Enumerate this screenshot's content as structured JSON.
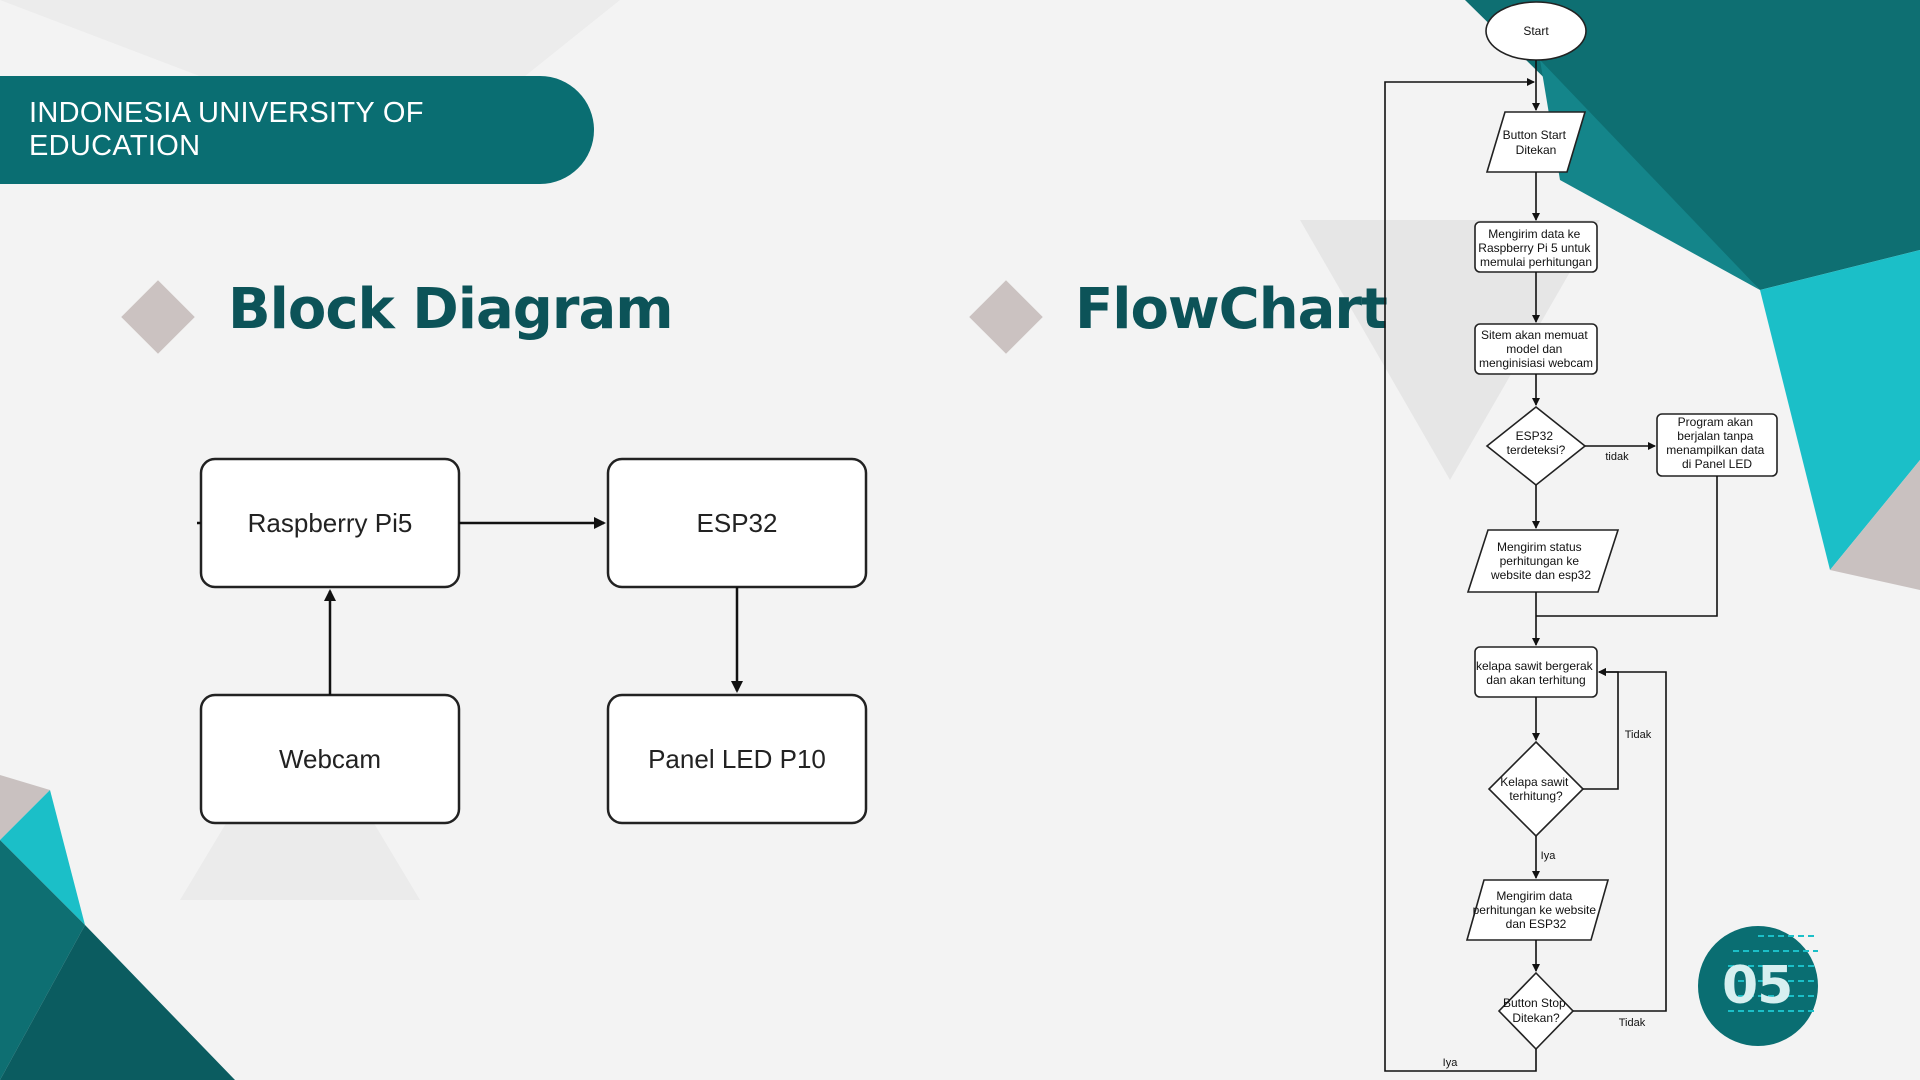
{
  "header": {
    "institution": "INDONESIA UNIVERSITY OF EDUCATION"
  },
  "sections": {
    "block_diagram_title": "Block Diagram",
    "flowchart_title": "FlowChart"
  },
  "block_diagram": {
    "raspberry": "Raspberry Pi5",
    "esp32": "ESP32",
    "webcam": "Webcam",
    "panel": "Panel LED P10"
  },
  "flowchart": {
    "start": "Start",
    "button_start": [
      "Button Start",
      "Ditekan"
    ],
    "send_rpi": [
      "Mengirim data ke",
      "Raspberry Pi 5 untuk",
      "memulai perhitungan"
    ],
    "load_model": [
      "Sitem akan memuat",
      "model dan",
      "menginisiasi webcam"
    ],
    "esp_detected": [
      "ESP32",
      "terdeteksi?"
    ],
    "program_no_led": [
      "Program akan",
      "berjalan tanpa",
      "menampilkan data",
      "di Panel LED"
    ],
    "send_status": [
      "Mengirim status",
      "perhitungan ke",
      "website dan esp32"
    ],
    "palm_move": [
      "kelapa sawit bergerak",
      "dan akan terhitung"
    ],
    "palm_counted": [
      "Kelapa sawit",
      "terhitung?"
    ],
    "send_count": [
      "Mengirim data",
      "perhitungan ke website",
      "dan ESP32"
    ],
    "button_stop": [
      "Button Stop",
      "Ditekan?"
    ],
    "label_tidak_lower": "tidak",
    "label_tidak": "Tidak",
    "label_iya": "Iya"
  },
  "page_number": "05",
  "colors": {
    "teal_dark": "#0a6e72",
    "teal_light": "#1bbfc8",
    "heading": "#0c5358",
    "diamond": "#cbc2c1"
  }
}
